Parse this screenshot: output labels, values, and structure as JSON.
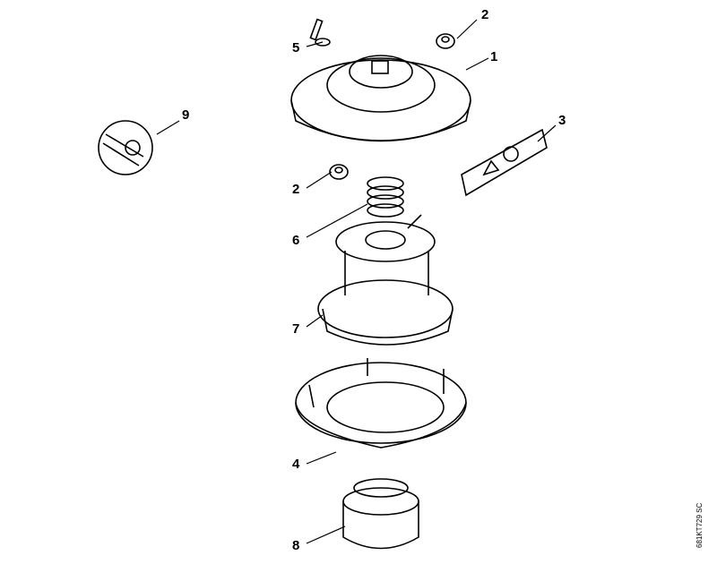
{
  "callouts": {
    "c1": "1",
    "c2a": "2",
    "c2b": "2",
    "c3": "3",
    "c4": "4",
    "c5": "5",
    "c6": "6",
    "c7": "7",
    "c8": "8",
    "c9": "9"
  },
  "drawing_code": "681KT729 SC"
}
